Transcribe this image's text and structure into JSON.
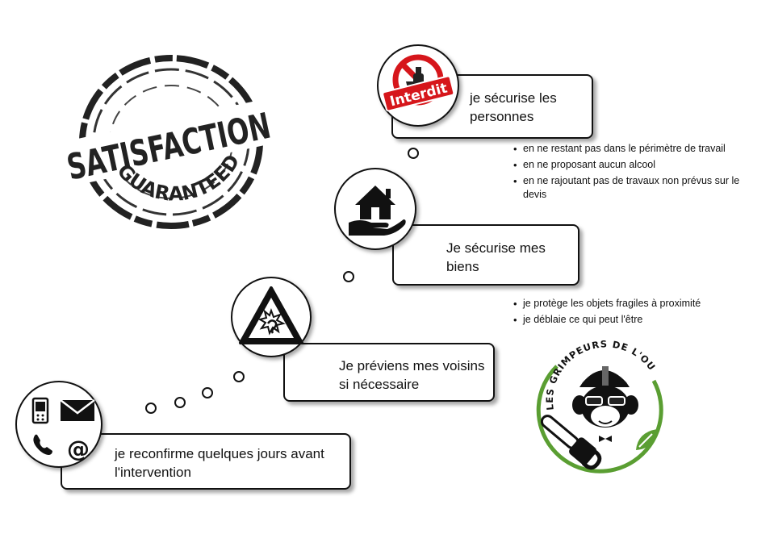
{
  "stamp": {
    "line1": "SATISFACTION",
    "line2": "GUARANTEED"
  },
  "steps": [
    {
      "text": "je sécurise les personnes",
      "icon": "no-alcohol-icon",
      "badge": "Interdit",
      "bullets": [
        "en ne restant pas dans le périmètre de travail",
        "en ne proposant aucun alcool",
        "en ne rajoutant pas de travaux non prévus sur le devis"
      ]
    },
    {
      "text": "Je sécurise mes biens",
      "icon": "house-in-hand-icon",
      "bullets": [
        "je protège les objets fragiles à proximité",
        "je déblaie ce qui peut l'être"
      ]
    },
    {
      "text": "Je préviens mes voisins si nécessaire",
      "icon": "noise-warning-icon"
    },
    {
      "text": "je reconfirme quelques jours avant l'intervention",
      "icon": "contact-methods-icon",
      "at": "@"
    }
  ],
  "logo": {
    "text": "LES GRIMPEURS DE L'OUEST",
    "colors": {
      "green": "#5a9e32",
      "dark": "#111111"
    }
  }
}
